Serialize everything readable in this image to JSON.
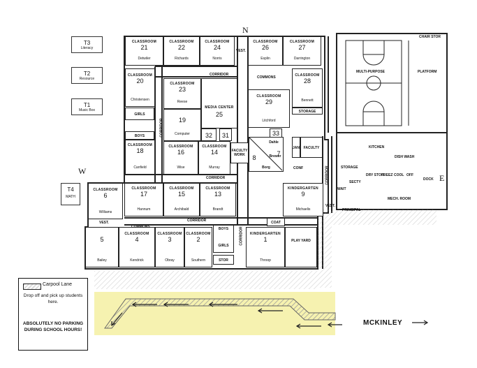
{
  "compass": {
    "north": "N",
    "west": "W",
    "east": "E"
  },
  "portables": [
    {
      "num": "T3",
      "name": "Literacy"
    },
    {
      "num": "T2",
      "name": "Resource"
    },
    {
      "num": "T1",
      "name": "Music Box"
    },
    {
      "num": "T4",
      "name": "MATH"
    }
  ],
  "classrooms": [
    {
      "label": "CLASSROOM",
      "num": "21",
      "name": "Detwiler"
    },
    {
      "label": "CLASSROOM",
      "num": "22",
      "name": "Richards"
    },
    {
      "label": "CLASSROOM",
      "num": "24",
      "name": "Norris"
    },
    {
      "label": "CLASSROOM",
      "num": "26",
      "name": "Esplin"
    },
    {
      "label": "CLASSROOM",
      "num": "27",
      "name": "Darrington"
    },
    {
      "label": "CLASSROOM",
      "num": "20",
      "name": "Christensen"
    },
    {
      "label": "CLASSROOM",
      "num": "23",
      "name": "Reese"
    },
    {
      "label": "CLASSROOM",
      "num": "28",
      "name": "Bennett"
    },
    {
      "label": "CLASSROOM",
      "num": "29",
      "name": "Litchford"
    },
    {
      "label": "",
      "num": "19",
      "name": "Computer"
    },
    {
      "label": "CLASSROOM",
      "num": "18",
      "name": "Canfield"
    },
    {
      "label": "CLASSROOM",
      "num": "16",
      "name": "Wise"
    },
    {
      "label": "CLASSROOM",
      "num": "14",
      "name": "Murray"
    },
    {
      "label": "CLASSROOM",
      "num": "6",
      "name": "Williams"
    },
    {
      "label": "CLASSROOM",
      "num": "17",
      "name": "Hannum"
    },
    {
      "label": "CLASSROOM",
      "num": "15",
      "name": "Archibald"
    },
    {
      "label": "CLASSROOM",
      "num": "13",
      "name": "Brandt"
    },
    {
      "label": "",
      "num": "5",
      "name": "Bailey"
    },
    {
      "label": "CLASSROOM",
      "num": "4",
      "name": "Kendrick"
    },
    {
      "label": "CLASSROOM",
      "num": "3",
      "name": "Obray"
    },
    {
      "label": "CLASSROOM",
      "num": "2",
      "name": "Southern"
    },
    {
      "label": "KINDERGARTEN",
      "num": "1",
      "name": "Throop"
    },
    {
      "label": "KINDERGARTEN",
      "num": "9",
      "name": "Michaelis"
    }
  ],
  "media_center": {
    "label": "MEDIA CENTER",
    "num": "25"
  },
  "small_rooms": {
    "r32": "32",
    "r31": "31",
    "r33": "33",
    "r8": "8",
    "r7": "7",
    "dahle": "Dahle",
    "brewer": "Brewer",
    "borg": "Borg",
    "faculty_work": "FACULTY WORK",
    "faculty": "FACULTY",
    "jan": "JAN.",
    "storage": "STORAGE",
    "storage2": "STORAGE",
    "conf": "CONF",
    "boys": "BOYS",
    "girls": "GIRLS",
    "boys2": "BOYS",
    "girls2": "GIRLS",
    "stor": "STOR",
    "coat": "COAT",
    "play_yard": "PLAY YARD",
    "vest1": "VEST.",
    "vest2": "VEST.",
    "vest3": "VEST.",
    "commons": "COMMONS",
    "commons2": "COMMONS",
    "corridor1": "CORRIDOR",
    "corridor2": "CORRIDOR",
    "corridor3": "CORRIDOR",
    "corridor4": "CORRIDOR",
    "corridor5": "CORRIDOR",
    "corridor6": "CORRIDOR",
    "multipurpose": "MULTI-PURPOSE",
    "platform": "PLATFORM",
    "chair_stor": "CHAIR STOR",
    "kitchen": "KITCHEN",
    "dish_wash": "DISH WASH",
    "dry_stor": "DRY STOR.",
    "freez": "FREEZ",
    "cool": "COOL",
    "off": "OFF",
    "secty": "SECTY",
    "principal": "PRINCIPAL",
    "mech_room": "MECH. ROOM",
    "dock": "DOCK",
    "wait": "WAIT"
  },
  "legend": {
    "title": "Carpool Lane",
    "desc": "Drop off and pick up students here.",
    "warning": "ABSOLUTELY NO PARKING DURING SCHOOL HOURS!"
  },
  "street": "MCKINLEY",
  "colors": {
    "carpool": "#f6f2b0",
    "wall": "#222222",
    "hatch": "#e6e6e6"
  }
}
